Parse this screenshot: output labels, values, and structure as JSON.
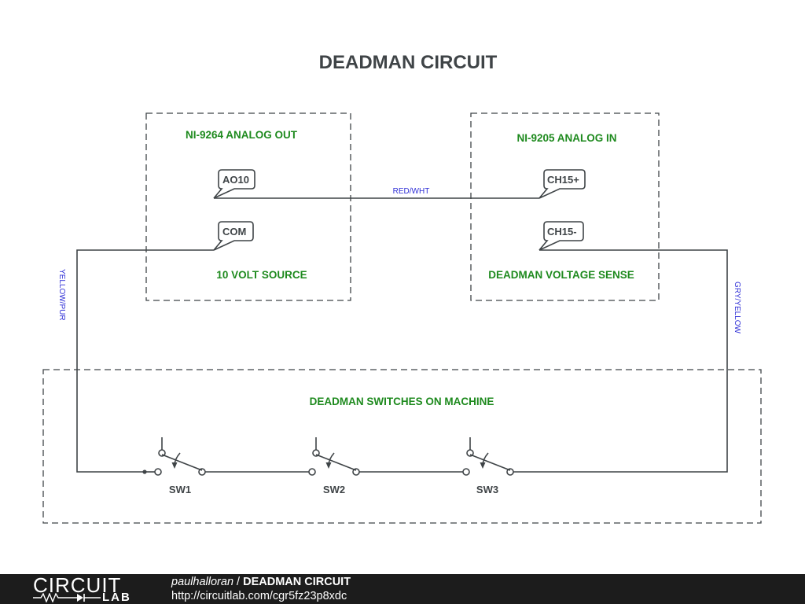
{
  "title": "DEADMAN CIRCUIT",
  "blocks": {
    "ao": {
      "title": "NI-9264 ANALOG OUT",
      "caption": "10 VOLT SOURCE"
    },
    "ai": {
      "title": "NI-9205 ANALOG IN",
      "caption": "DEADMAN VOLTAGE SENSE"
    },
    "machine": {
      "title": "DEADMAN SWITCHES ON MACHINE"
    }
  },
  "ports": {
    "ao10": "AO10",
    "com": "COM",
    "ch15p": "CH15+",
    "ch15m": "CH15-"
  },
  "wires": {
    "top": "RED/WHT",
    "left": "YELLOW/PUR",
    "right": "GRY/YELLOW"
  },
  "switches": [
    "SW1",
    "SW2",
    "SW3"
  ],
  "footer": {
    "logo_top": "CIRCUIT",
    "logo_bottom": "LAB",
    "user": "paulhalloran",
    "separator": "/",
    "title": "DEADMAN CIRCUIT",
    "url": "http://circuitlab.com/cgr5fz23p8xdc"
  },
  "colors": {
    "line": "#3f4447",
    "group_label": "#1e8a1e",
    "wire_label": "#2e2ed6",
    "footer_bg": "#1c1c1c"
  }
}
